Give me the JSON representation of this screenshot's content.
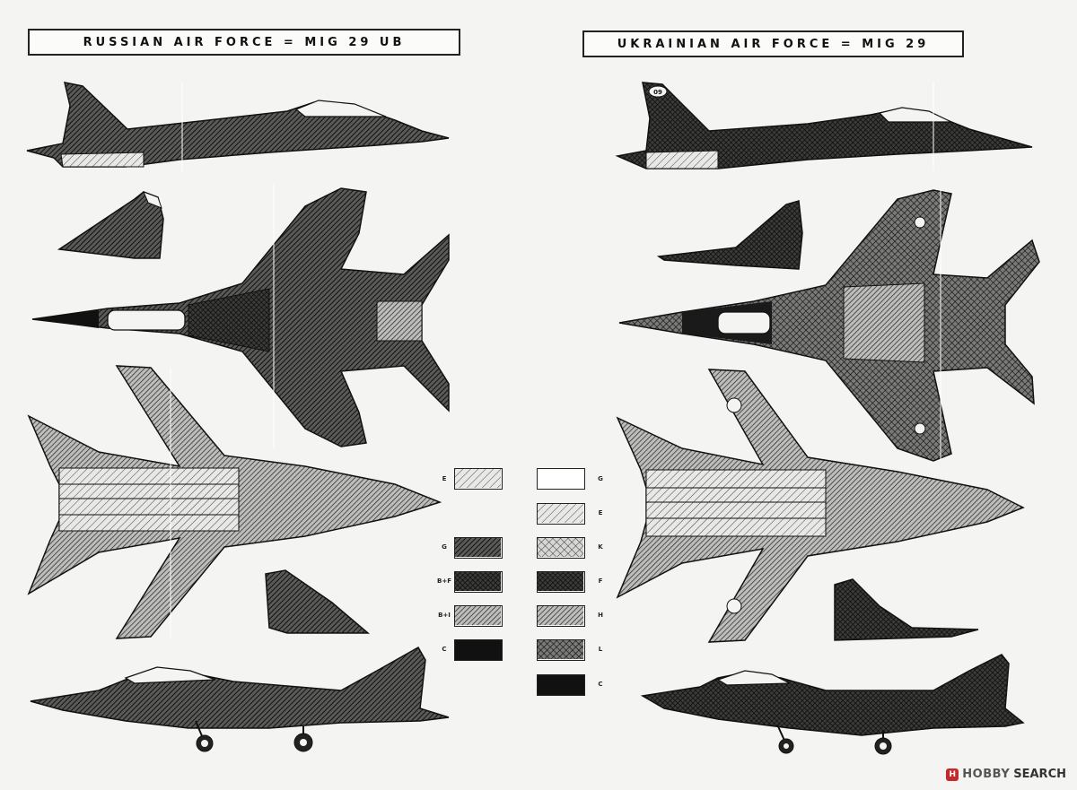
{
  "titles": {
    "left": "RUSSIAN AIR FORCE = MIG 29 UB",
    "right": "UKRAINIAN AIR FORCE = MIG 29"
  },
  "swatches": {
    "left": [
      {
        "label": "E",
        "pattern": "diag-light"
      },
      {
        "label": "G",
        "pattern": "diag-dark"
      },
      {
        "label": "B+F",
        "pattern": "cross-dark"
      },
      {
        "label": "B+I",
        "pattern": "diag-medium"
      },
      {
        "label": "C",
        "pattern": "solid-black"
      }
    ],
    "right": [
      {
        "label": "G",
        "pattern": "white"
      },
      {
        "label": "E",
        "pattern": "diag-light"
      },
      {
        "label": "K",
        "pattern": "cross-light"
      },
      {
        "label": "F",
        "pattern": "cross-dark"
      },
      {
        "label": "H",
        "pattern": "diag-medium"
      },
      {
        "label": "L",
        "pattern": "cross-medium"
      },
      {
        "label": "C",
        "pattern": "solid-black"
      }
    ]
  },
  "markings": {
    "side_number_right": "09"
  },
  "watermark": {
    "badge": "H",
    "brand": "HOBBY",
    "suffix": "SEARCH"
  }
}
